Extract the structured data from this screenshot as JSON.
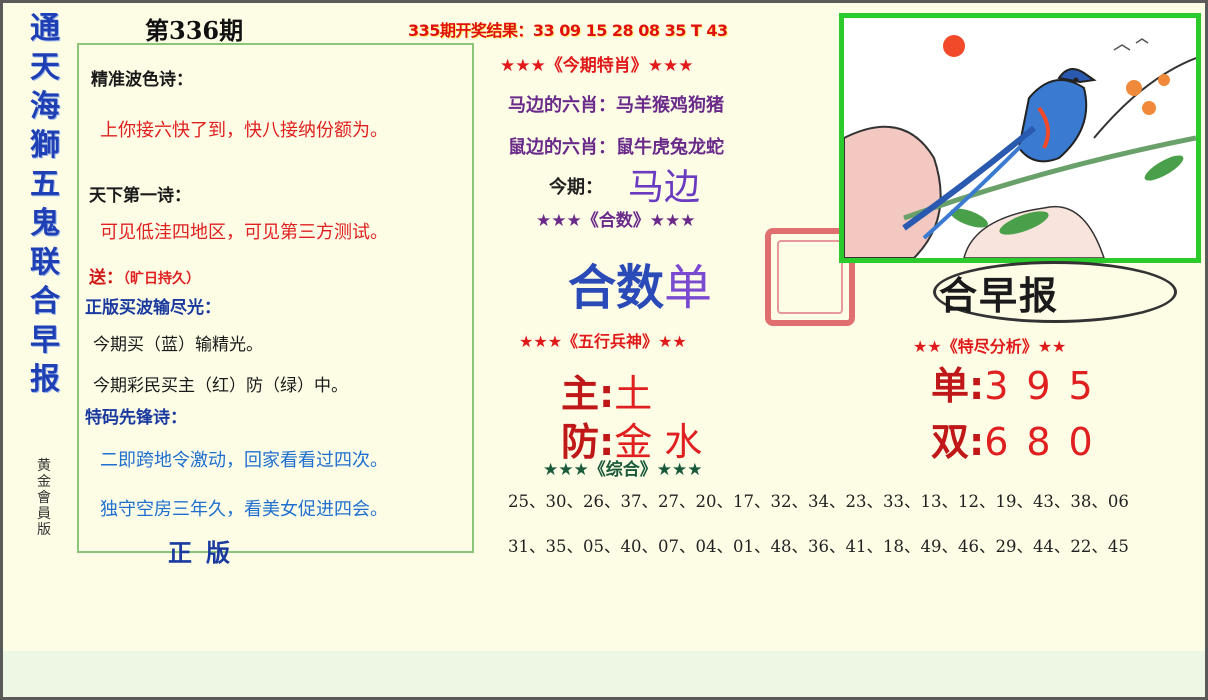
{
  "side_title": [
    "通",
    "天",
    "海",
    "獅",
    "五",
    "鬼",
    "联",
    "合",
    "早",
    "报"
  ],
  "side_sub": "黄金會員版",
  "issue": "第336期",
  "result": "335期开奖结果：33 09 15 28 08 35 T 43",
  "left": {
    "h1": "精准波色诗：",
    "p1": "上你接六快了到，快八接纳份额为。",
    "h2": "天下第一诗：",
    "p2": "可见低洼四地区，可见第三方测试。",
    "song_label": "送：",
    "song_text": "（旷日持久）",
    "h3": "正版买波输尽光：",
    "l1": "今期买（蓝）输精光。",
    "l2": "今期彩民买主（红）防（绿）中。",
    "h4": "特码先锋诗：",
    "p4a": "二即跨地令激动，回家看看过四次。",
    "p4b": "独守空房三年久，看美女促进四会。",
    "foot": "正版"
  },
  "mid": {
    "h_texiao": "★★★《今期特肖》★★★",
    "six1": "马边的六肖：马羊猴鸡狗猪",
    "six2": "鼠边的六肖：鼠牛虎兔龙蛇",
    "qi_label": "今期：",
    "qi_value": "马边",
    "h_heshu": "★★★《合数》★★★",
    "heshu_label": "合数",
    "heshu_value": "单",
    "h_wuxing": "★★★《五行兵神》★★",
    "zhu_label": "主:",
    "zhu_value": "土",
    "fang_label": "防:",
    "fang_value": "金 水",
    "h_zonghe": "★★★《综合》★★★",
    "row1": "25、30、26、37、27、20、17、32、34、23、33、13、12、19、43、38、06",
    "row2": "31、35、05、40、07、04、01、48、36、41、18、49、46、29、44、22、45"
  },
  "right": {
    "zaobao": "合早报",
    "h_tejin": "★★《特尽分析》★★",
    "dan_label": "单:",
    "dan_value": "395",
    "shuang_label": "双:",
    "shuang_value": "680"
  },
  "colors": {
    "frame_green": "#2acb2a",
    "red": "#e02020",
    "blue": "#2a4ab8",
    "purple": "#6a2a8a"
  }
}
